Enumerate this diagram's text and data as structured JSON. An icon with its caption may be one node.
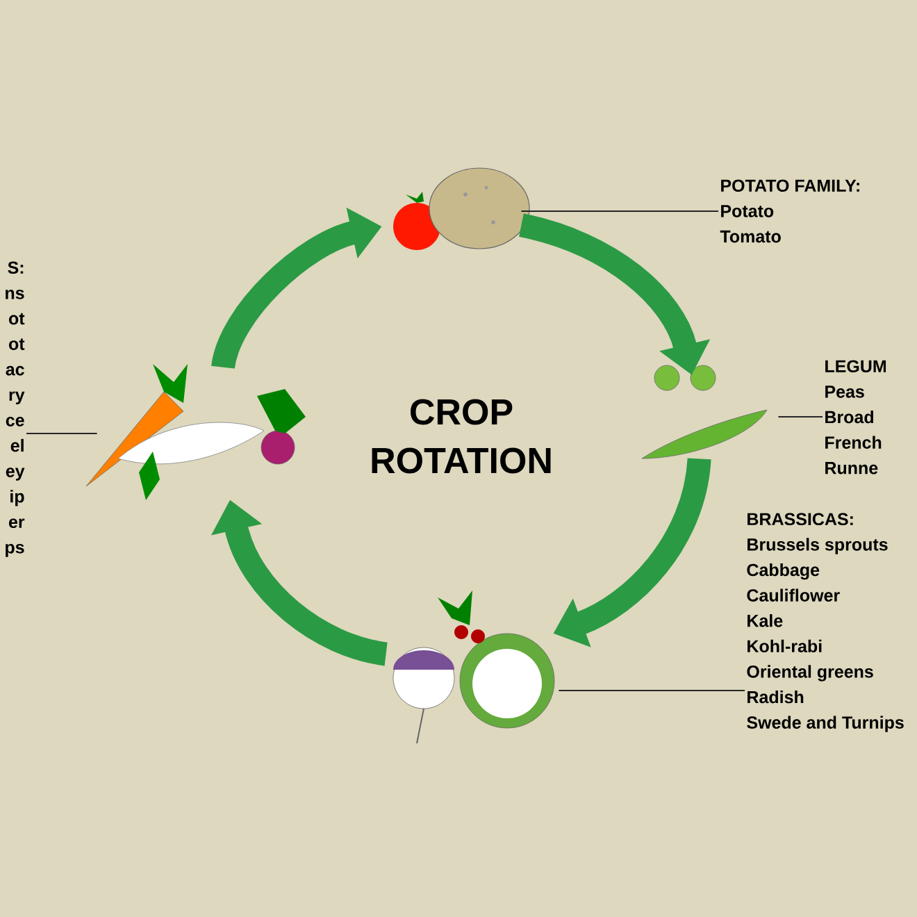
{
  "diagram": {
    "title": "CROP ROTATION",
    "nodes": [
      {
        "text": [],
        "shape": "picture"
      },
      {
        "text": [
          "POTATO FAMILY:",
          "Potato",
          "Tomato"
        ]
      },
      {
        "text": [
          "S:",
          "ns",
          "ot",
          "ot",
          "ac",
          "ry",
          "ce",
          "el",
          "ey",
          "ip",
          "er",
          "ps"
        ]
      },
      {
        "text": [],
        "shape": "picture"
      },
      {
        "text": [],
        "shape": "picture"
      },
      {
        "text": [
          "LEGUM",
          "Peas",
          "Broad",
          "French",
          "Runne"
        ]
      },
      {
        "text": [
          "BRASSICAS:",
          "Brussels sprouts",
          "Cabbage",
          "Cauliflower",
          "Kale",
          "Kohl-rabi",
          "Oriental greens",
          "Radish",
          "Swede and Turnips"
        ]
      },
      {
        "text": [],
        "shape": "picture"
      }
    ],
    "edges": [
      {
        "from": 0,
        "to": 4,
        "arrow": "to",
        "style": "thick",
        "color": "#2b9a44"
      },
      {
        "from": 4,
        "to": 7,
        "arrow": "to",
        "style": "thick",
        "color": "#2b9a44"
      },
      {
        "from": 7,
        "to": 3,
        "arrow": "to",
        "style": "thick",
        "color": "#2b9a44"
      },
      {
        "from": 3,
        "to": 0,
        "arrow": "to",
        "style": "thick",
        "color": "#2b9a44"
      },
      {
        "from": 1,
        "to": 0,
        "arrow": "none",
        "color": "#262626"
      },
      {
        "from": 2,
        "to": 3,
        "arrow": "none",
        "color": "#262626"
      },
      {
        "from": 5,
        "to": 4,
        "arrow": "none",
        "color": "#262626"
      },
      {
        "from": 6,
        "to": 7,
        "arrow": "none",
        "color": "#262626"
      }
    ]
  }
}
